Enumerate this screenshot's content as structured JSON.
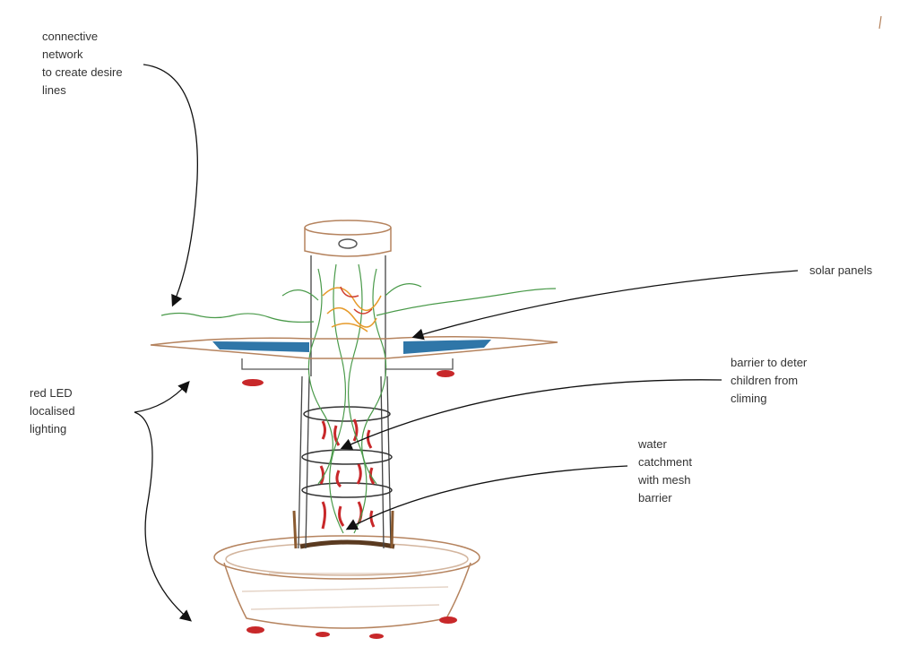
{
  "annotations": {
    "connective_network": "connective\nnetwork\nto create desire\nlines",
    "solar_panels": "solar panels",
    "barrier": "barrier to deter\nchildren from\ncliming",
    "water_catchment": "water\ncatchment\nwith mesh\nbarrier",
    "red_led": "red LED\nlocalised\nlighting"
  },
  "colors": {
    "wood": "#b5835e",
    "solar_blue": "#2f76a8",
    "led_red": "#c8282a",
    "vine_green": "#4a9a4a",
    "flower_orange": "#e69a2a"
  }
}
